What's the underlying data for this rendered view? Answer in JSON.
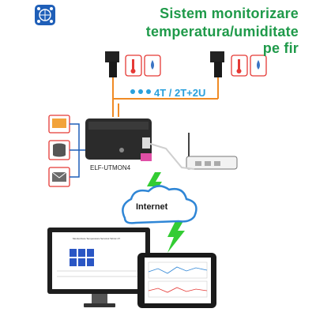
{
  "header": {
    "line1": "Sistem monitorizare",
    "line2": "temperatura/umiditate",
    "line3": "pe fir"
  },
  "link_label": "4T / 2T+2U",
  "device_label": "ELF-UTMON4",
  "cloud_label": "Internet",
  "dashboard_title": "Monitorizare Temperatura Serviciul Tehnic 4T",
  "colors": {
    "title_green": "#1f9a4a",
    "link_blue": "#29a0dc",
    "accent_orange": "#f08a24",
    "icon_red": "#e53935",
    "bolt_green": "#33cc33"
  },
  "icons": [
    "network-logo-icon",
    "thermometer-icon",
    "humidity-icon",
    "monitor-icon",
    "database-icon",
    "mail-icon",
    "lightning-icon"
  ]
}
